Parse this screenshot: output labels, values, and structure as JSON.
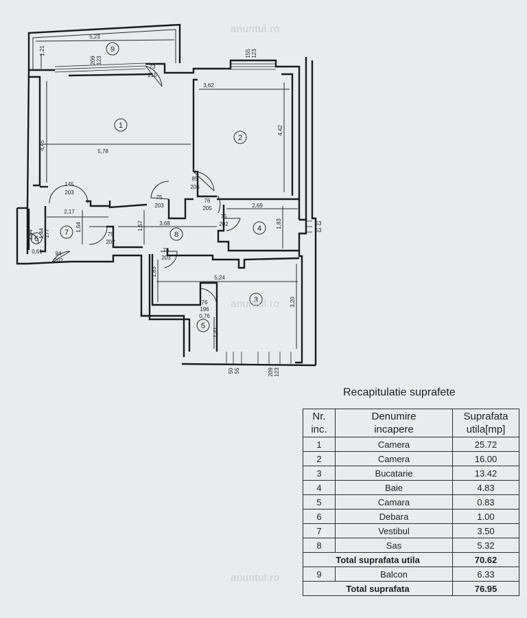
{
  "watermark": "anuntul.ro",
  "plan": {
    "room_numbers": [
      "1",
      "2",
      "3",
      "4",
      "5",
      "6",
      "7",
      "8",
      "9"
    ],
    "dimensions": {
      "balcony_width": "5,23",
      "balcony_depth": "1,21",
      "r1_width": "5,78",
      "r1_height": "4,45",
      "r2_width": "3,62",
      "r2_height": "4,42",
      "r4_width": "2,69",
      "r4_height": "1,83",
      "r3_width": "5,24",
      "r3_height": "3,20",
      "r3_side": "1,83",
      "r7_width": "2,17",
      "r7_height": "1,64",
      "r8_width": "3,68",
      "r8_height": "1,57",
      "r5_width": "0,76",
      "r5_height": "1,41",
      "r6_a": "1,64",
      "r6_b": "0,61",
      "side_win_top": "53",
      "side_win_bottom": "53",
      "d_balcony_top": "73",
      "d_balcony_bottom": "215",
      "w_r1_top": "209",
      "w_r1_bottom": "123",
      "w_r2_top": "155",
      "w_r2_bottom": "123",
      "d_r2_top": "85",
      "d_r2_bottom": "206",
      "d_r1_top": "75",
      "d_r1_bottom": "203",
      "d_hall_top": "76",
      "d_hall_bottom": "205",
      "d_bath_top": "75",
      "d_bath_bottom": "202",
      "d_kitchen_top": "75",
      "d_kitchen_bottom": "203",
      "d_vest_top": "75",
      "d_vest_bottom": "202",
      "d_entry_top": "94",
      "d_entry_bottom": "202",
      "d_double_top": "145",
      "d_double_bottom": "203",
      "d_r5_top": "76",
      "d_r5_bottom": "196",
      "r6_door_top": "1,44",
      "r6_door_bottom": "177",
      "w_r3a_top": "50",
      "w_r3a_bottom": "55",
      "w_r3b_top": "209",
      "w_r3b_bottom": "123"
    }
  },
  "table": {
    "title": "Recapitulatie suprafete",
    "headers": {
      "nr": [
        "Nr.",
        "inc."
      ],
      "name": [
        "Denumire",
        "incapere"
      ],
      "area": [
        "Suprafata",
        "utila[mp]"
      ]
    },
    "rows": [
      {
        "nr": "1",
        "name": "Camera",
        "area": "25.72"
      },
      {
        "nr": "2",
        "name": "Camera",
        "area": "16.00"
      },
      {
        "nr": "3",
        "name": "Bucatarie",
        "area": "13.42"
      },
      {
        "nr": "4",
        "name": "Baie",
        "area": "4.83"
      },
      {
        "nr": "5",
        "name": "Camara",
        "area": "0.83"
      },
      {
        "nr": "6",
        "name": "Debara",
        "area": "1.00"
      },
      {
        "nr": "7",
        "name": "Vestibul",
        "area": "3.50"
      },
      {
        "nr": "8",
        "name": "Sas",
        "area": "5.32"
      }
    ],
    "total_util_label": "Total suprafata utila",
    "total_util_value": "70.62",
    "balcony_row": {
      "nr": "9",
      "name": "Balcon",
      "area": "6.33"
    },
    "total_label": "Total suprafata",
    "total_value": "76.95"
  }
}
